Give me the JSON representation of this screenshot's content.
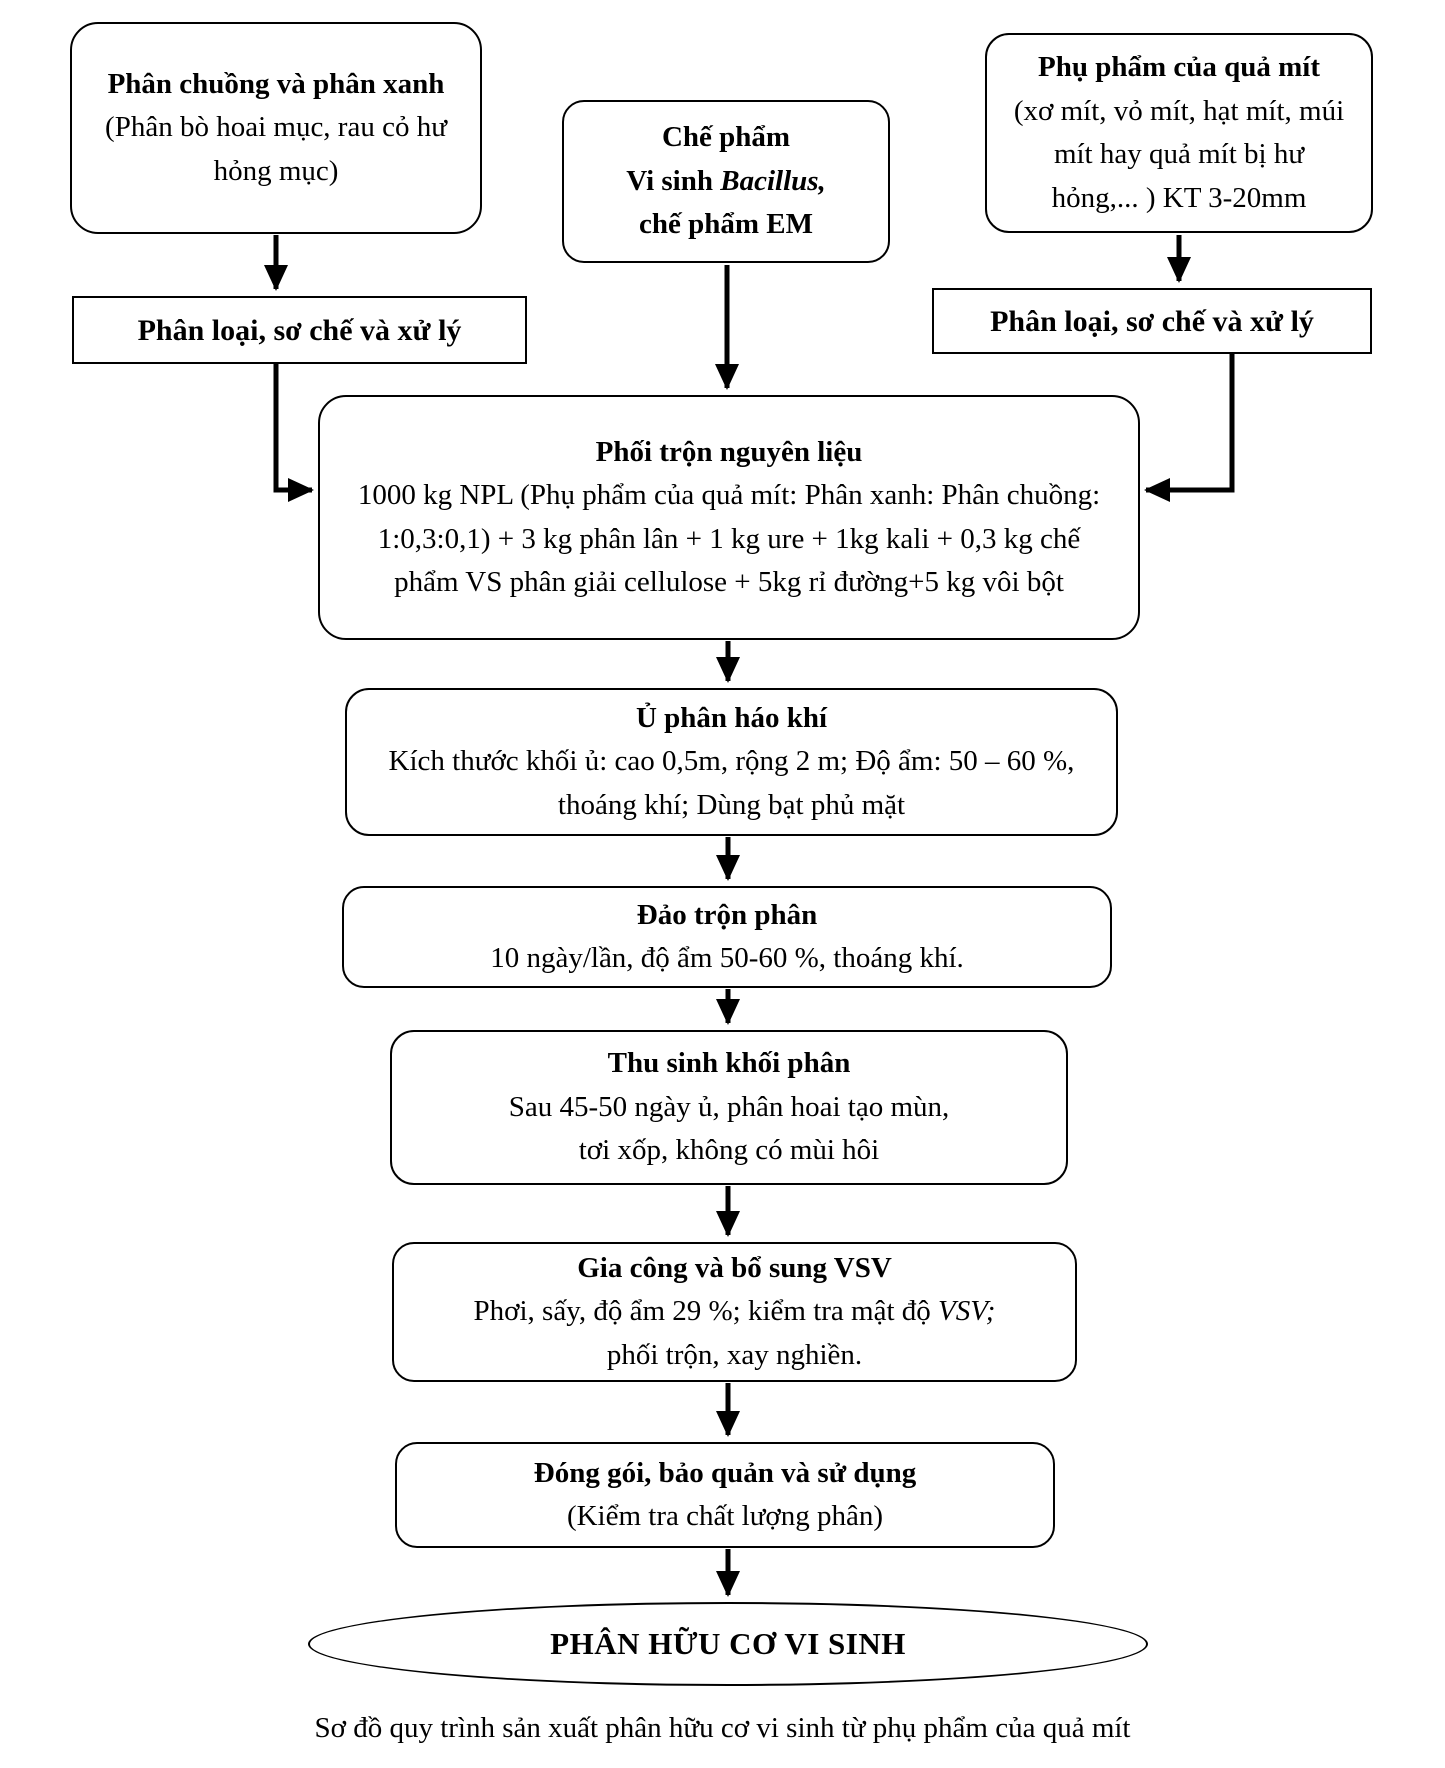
{
  "page": {
    "caption": "Sơ đồ quy trình sản xuất phân hữu cơ vi sinh từ phụ phẩm của quả mít"
  },
  "colors": {
    "stroke": "#000000",
    "background": "#ffffff",
    "text": "#000000"
  },
  "nodes": {
    "manure": {
      "title": "Phân chuồng và phân xanh",
      "detail": " (Phân bò hoai mục, rau cỏ hư hỏng mục)"
    },
    "probiotic": {
      "line1": "Chế phẩm",
      "line2_prefix": "Vi sinh ",
      "line2_italic": "Bacillus,",
      "line3": "chế phẩm EM"
    },
    "jackfruit": {
      "title": "Phụ phẩm của quả mít",
      "detail": "(xơ mít, vỏ mít, hạt mít, múi mít hay quả mít bị hư hỏng,... ) KT 3-20mm"
    },
    "sort_left": {
      "label": "Phân loại, sơ chế và xử lý"
    },
    "sort_right": {
      "label": "Phân loại, sơ chế và xử lý"
    },
    "mixing": {
      "title": "Phối trộn nguyên liệu",
      "detail": "1000 kg NPL (Phụ phẩm của quả mít: Phân xanh: Phân chuồng: 1:0,3:0,1) + 3 kg phân lân + 1 kg ure + 1kg kali + 0,3 kg chế phẩm VS phân giải cellulose + 5kg rỉ đường+5 kg vôi bột"
    },
    "composting": {
      "title": "Ủ phân háo khí",
      "detail": "Kích thước khối ủ: cao 0,5m, rộng 2 m; Độ ẩm: 50 – 60 %, thoáng khí; Dùng bạt phủ mặt"
    },
    "turning": {
      "title": "Đảo trộn phân",
      "detail": "10 ngày/lần, độ ẩm 50-60 %, thoáng khí."
    },
    "harvest": {
      "title": "Thu sinh khối phân",
      "detail_line1": "Sau 45-50 ngày ủ, phân hoai tạo mùn,",
      "detail_line2": "tơi xốp, không có mùi hôi"
    },
    "processing": {
      "title": "Gia công và bổ sung VSV",
      "detail_line1_prefix": "Phơi, sấy, độ ẩm 29 %; kiểm tra mật độ ",
      "detail_line1_italic": "VSV;",
      "detail_line2": "phối trộn, xay nghiền."
    },
    "packaging": {
      "title": "Đóng gói, bảo quản và sử dụng",
      "detail": "(Kiểm tra chất lượng phân)"
    },
    "final": {
      "label": "PHÂN HỮU CƠ VI SINH"
    }
  }
}
